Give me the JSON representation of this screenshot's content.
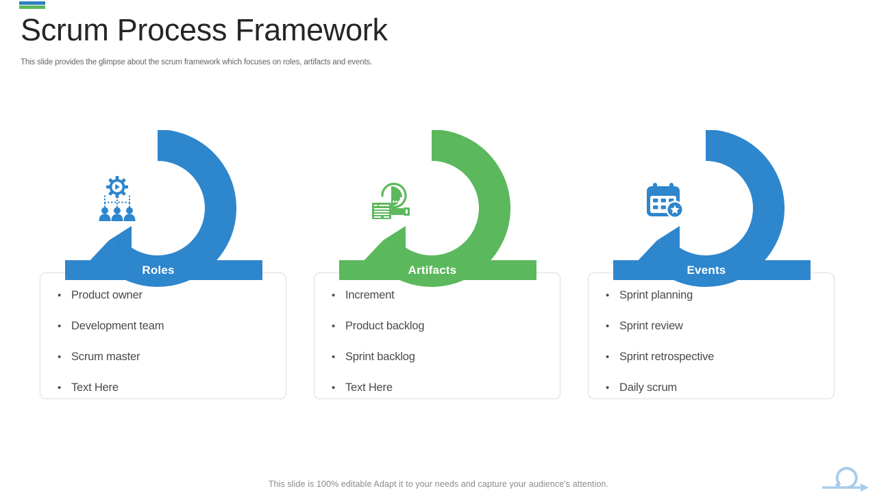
{
  "slide": {
    "title": "Scrum Process Framework",
    "subtitle": "This slide provides the glimpse about the scrum framework which focuses on roles, artifacts and events.",
    "footer_note": "This slide is 100% editable Adapt it to your needs and capture your audience's attention.",
    "accent_bar_top_color": "#2e7fc1",
    "accent_bar_bottom_color": "#5cb85c",
    "logo_color": "#a8cdeb",
    "logo_icon": "scrum-cycle-arrow-logo"
  },
  "columns": [
    {
      "id": "roles",
      "header_label": "Roles",
      "color": "#2e86cd",
      "ring_icon": "gear-play-team-icon",
      "items": [
        "Product owner",
        "Development team",
        "Scrum master",
        "Text Here"
      ]
    },
    {
      "id": "artifacts",
      "header_label": "Artifacts",
      "color": "#5cb85c",
      "ring_icon": "pie-chart-document-icon",
      "items": [
        "Increment",
        "Product backlog",
        "Sprint backlog",
        "Text Here"
      ]
    },
    {
      "id": "events",
      "header_label": "Events",
      "color": "#2e86cd",
      "ring_icon": "calendar-star-icon",
      "items": [
        "Sprint planning",
        "Sprint review",
        "Sprint retrospective",
        "Daily scrum"
      ]
    }
  ],
  "bullet_glyph": "•"
}
